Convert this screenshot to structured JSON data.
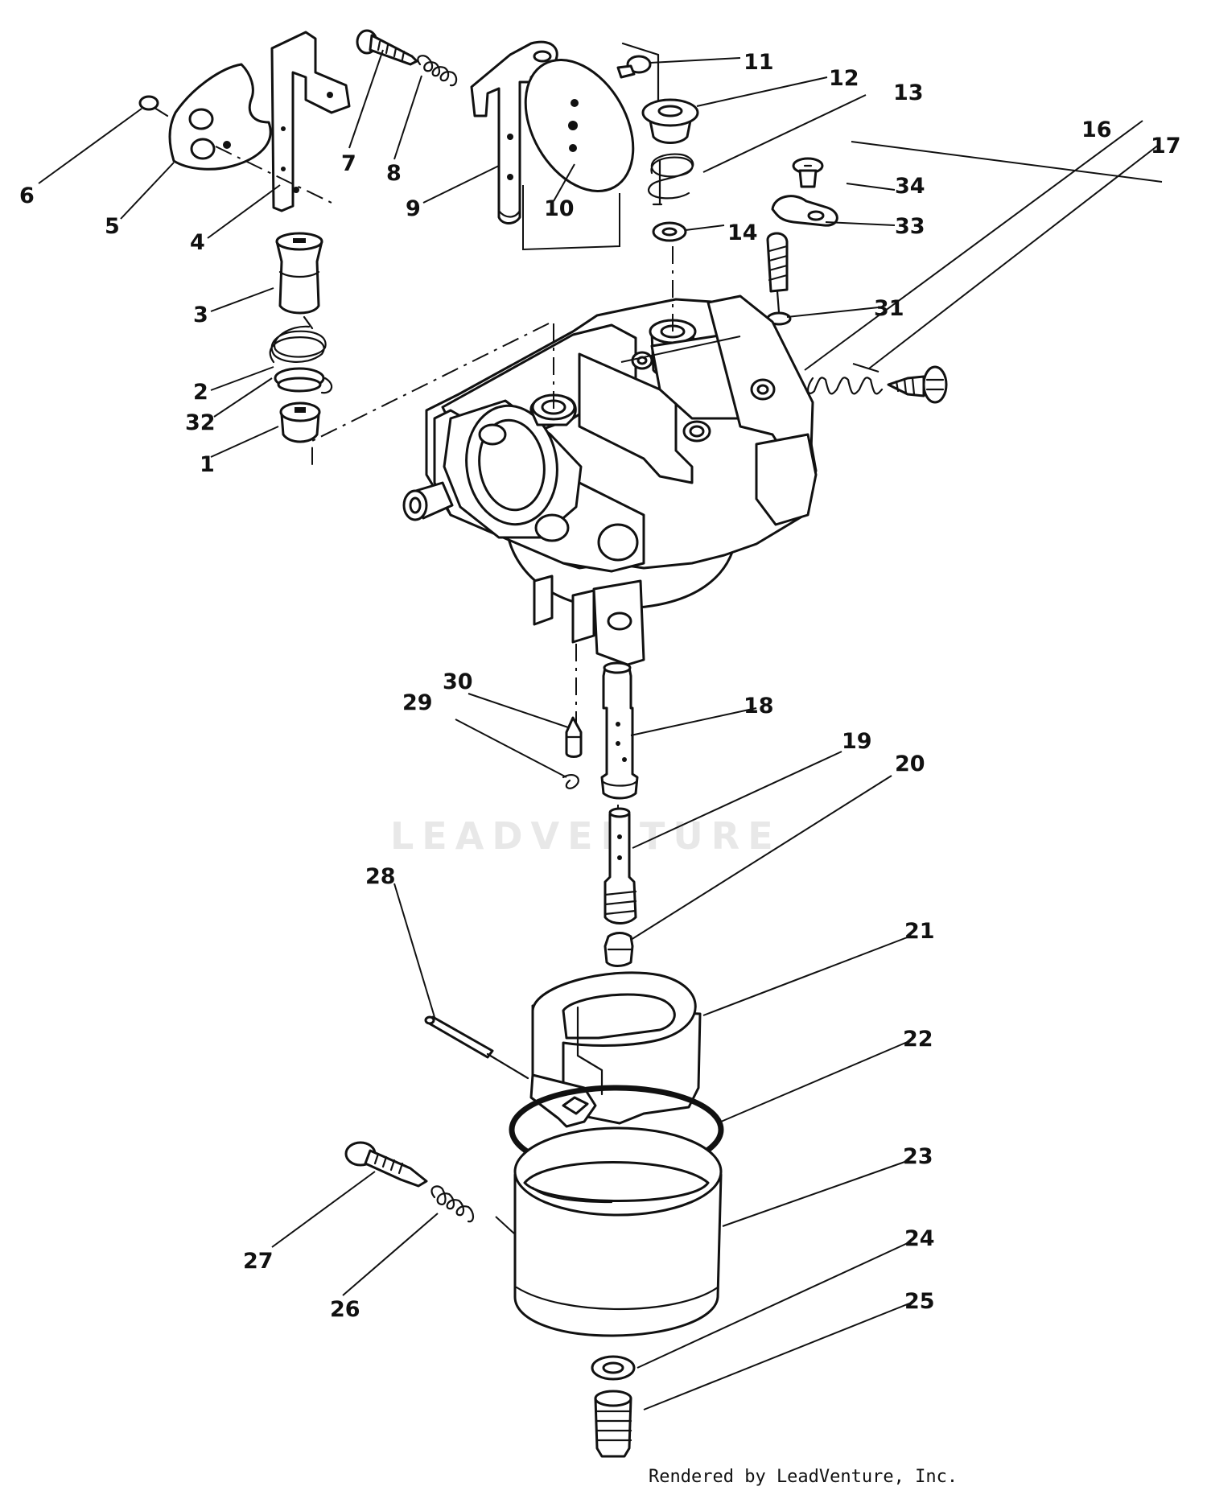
{
  "watermark": "LEADVENTURE",
  "credit": "Rendered by LeadVenture, Inc.",
  "callouts": [
    "1",
    "2",
    "3",
    "4",
    "5",
    "6",
    "7",
    "8",
    "9",
    "10",
    "11",
    "12",
    "13",
    "14",
    "16",
    "17",
    "18",
    "19",
    "20",
    "21",
    "22",
    "23",
    "24",
    "25",
    "26",
    "27",
    "28",
    "29",
    "30",
    "31",
    "32",
    "33",
    "34"
  ]
}
